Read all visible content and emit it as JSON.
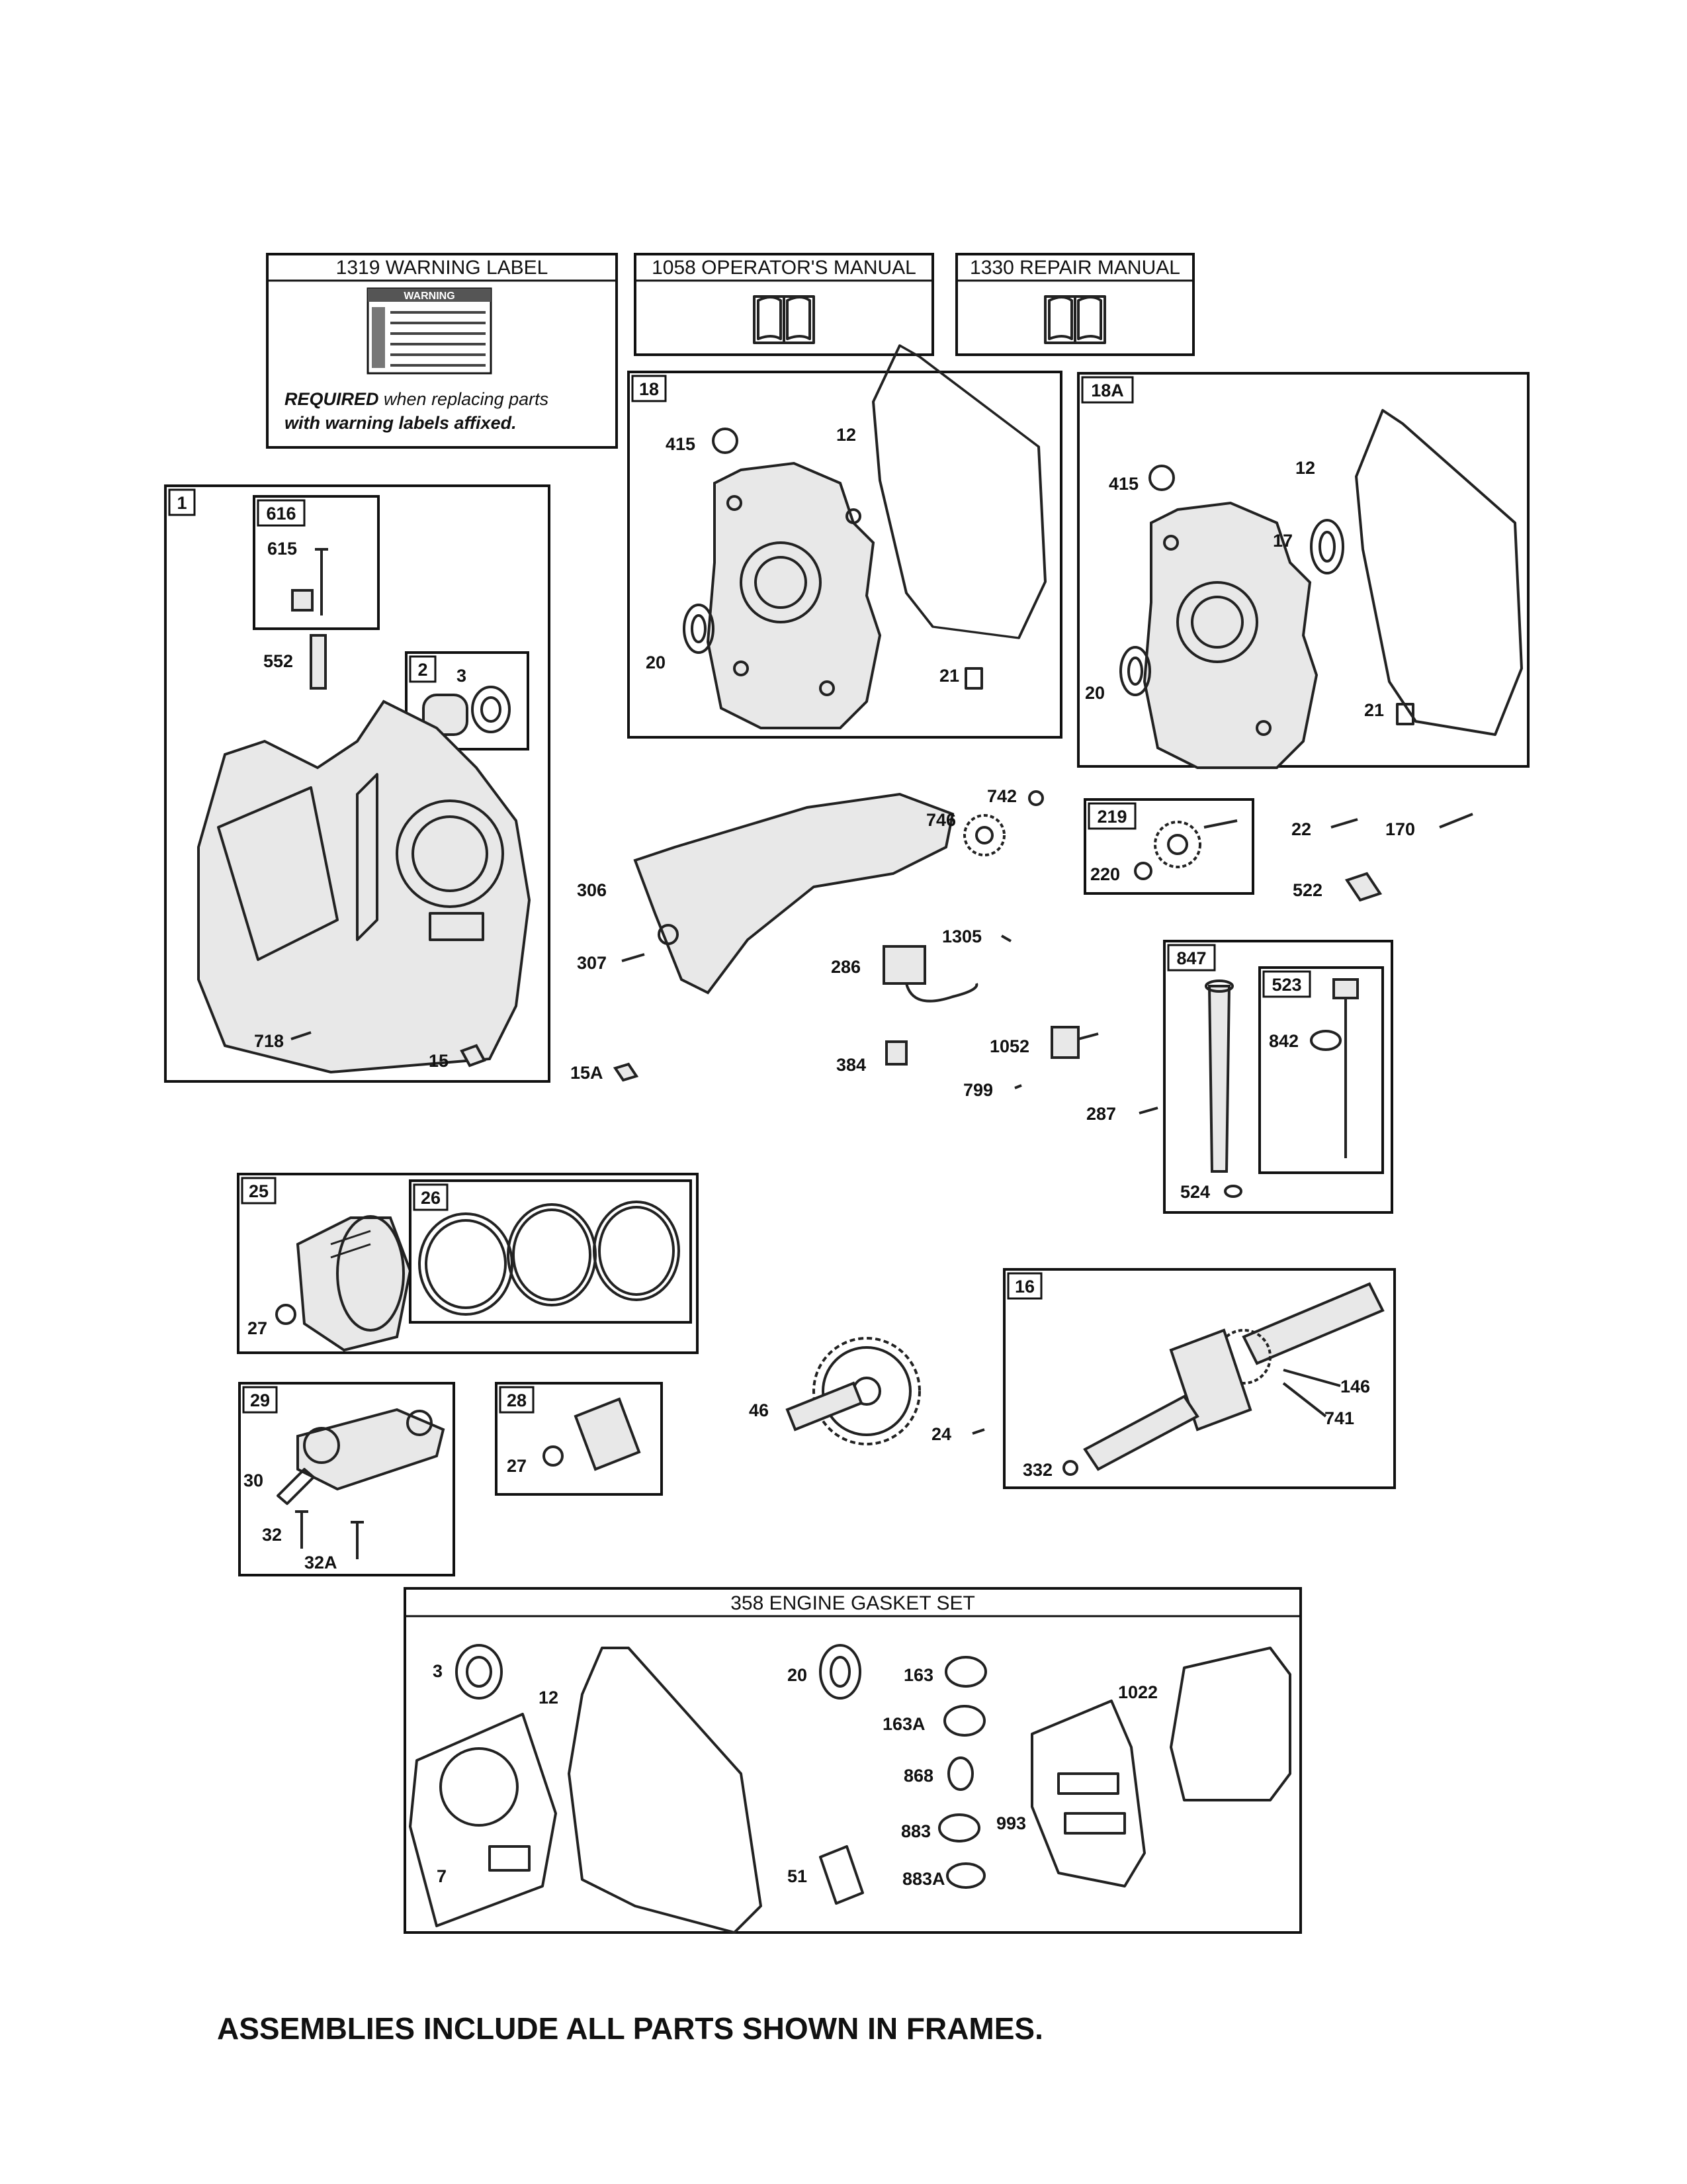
{
  "header_boxes": {
    "warning_label": "1319 WARNING LABEL",
    "warning_word": "WARNING",
    "warning_note_bold": "REQUIRED",
    "warning_note_line1": " when replacing parts",
    "warning_note_line2": "with warning labels affixed.",
    "operators_manual": "1058 OPERATOR'S MANUAL",
    "repair_manual": "1330 REPAIR MANUAL"
  },
  "frames": {
    "f18": "18",
    "f18a": "18A",
    "f1": "1",
    "f616": "616",
    "f2": "2",
    "f219": "219",
    "f847": "847",
    "f523": "523",
    "f25": "25",
    "f26": "26",
    "f16": "16",
    "f29": "29",
    "f28": "28",
    "gasket_set": "358 ENGINE GASKET SET"
  },
  "parts": {
    "p18_415": "415",
    "p18_12": "12",
    "p18_20": "20",
    "p18_21": "21",
    "p18a_415": "415",
    "p18a_12": "12",
    "p18a_17": "17",
    "p18a_20": "20",
    "p18a_21": "21",
    "p615": "615",
    "p552": "552",
    "p3": "3",
    "p718": "718",
    "p15": "15",
    "p15a": "15A",
    "p306": "306",
    "p307": "307",
    "p742": "742",
    "p746": "746",
    "p220": "220",
    "p22": "22",
    "p170": "170",
    "p522": "522",
    "p1305": "1305",
    "p286": "286",
    "p384": "384",
    "p1052": "1052",
    "p799": "799",
    "p287": "287",
    "p842": "842",
    "p524": "524",
    "p27a": "27",
    "p46": "46",
    "p24": "24",
    "p146": "146",
    "p741": "741",
    "p332": "332",
    "p30": "30",
    "p32": "32",
    "p32a": "32A",
    "p27b": "27",
    "g3": "3",
    "g12": "12",
    "g7": "7",
    "g20": "20",
    "g51": "51",
    "g163": "163",
    "g163a": "163A",
    "g868": "868",
    "g883": "883",
    "g883a": "883A",
    "g993": "993",
    "g1022": "1022"
  },
  "footer": "ASSEMBLIES INCLUDE ALL PARTS SHOWN IN FRAMES."
}
